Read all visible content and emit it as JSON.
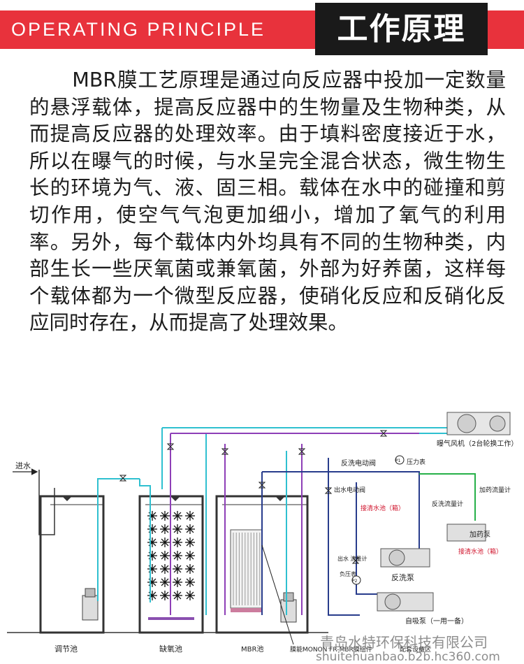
{
  "header": {
    "title_en": "OPERATING PRINCIPLE",
    "title_cn": "工作原理"
  },
  "intro_text": "MBR膜工艺原理是通过向反应器中投加一定数量的悬浮载体，提高反应器中的生物量及生物种类，从而提高反应器的处理效率。由于填料密度接近于水，所以在曝气的时候，与水呈完全混合状态，微生物生长的环境为气、液、固三相。载体在水中的碰撞和剪切作用，使空气气泡更加细小，增加了氧气的利用率。另外，每个载体内外均具有不同的生物种类，内部生长一些厌氧菌或兼氧菌，外部为好养菌，这样每个载体都为一个微型反应器，使硝化反应和反硝化反应同时存在，从而提高了处理效果。",
  "diagram": {
    "inlet": "进水",
    "blower": "曝气风机（2台轮换工作）",
    "backwash_valve": "反洗电动阀",
    "pressure_gauge": "压力表",
    "outlet_valve": "出水电动阀",
    "dosing_flowmeter": "加药流量计",
    "backwash_flowmeter": "反洗流量计",
    "clean_tank_1": "接清水池（箱）",
    "dosing_pump": "加药泵",
    "clean_tank_2": "接清水池（箱）",
    "outlet_flowmeter": "出水\n流量计",
    "negative_pressure": "负压表",
    "backwash_pump": "反洗泵",
    "self_priming_pump": "自吸泵（一用一备）",
    "equalization_tank": "调节池",
    "anoxic_tank": "缺氧池",
    "mbr_tank": "MBR池",
    "membrane_module": "膜能MONON FR-MBR膜组件",
    "equipment_area": "配套设备区",
    "gauge_P1": "P1",
    "gauge_P2": "P2"
  },
  "watermark": {
    "company": "青岛水特环保科技有限公司",
    "url": "shuitehuanbao.b2b.hc360.com"
  }
}
